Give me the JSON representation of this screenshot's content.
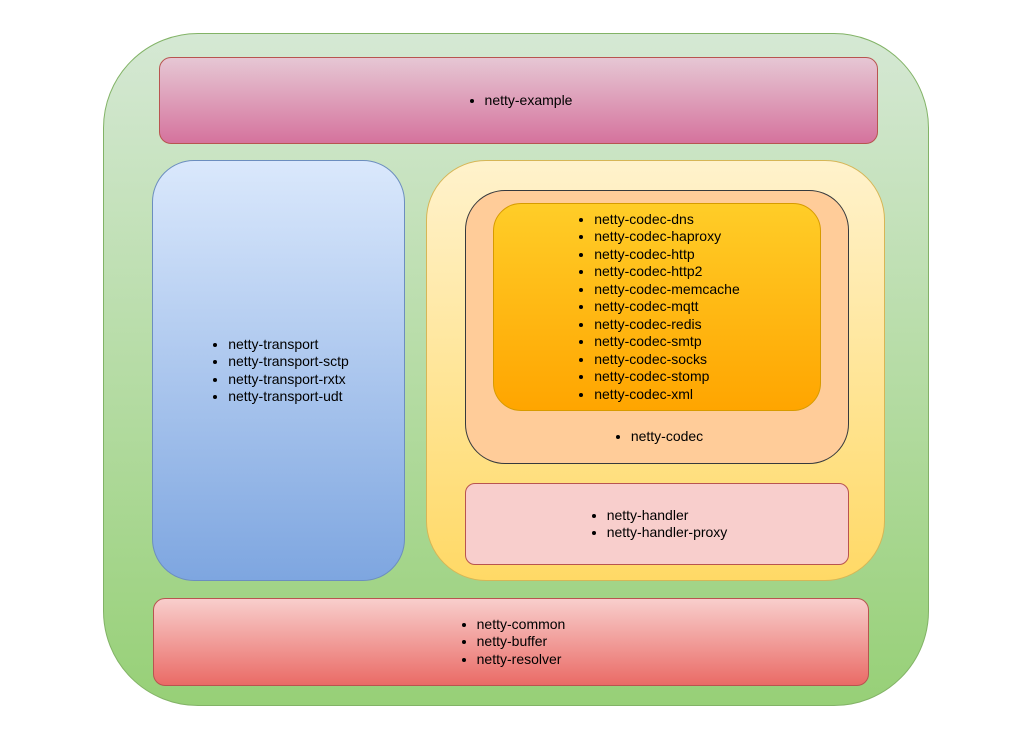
{
  "diagram": {
    "example": {
      "items": [
        "netty-example"
      ]
    },
    "transport": {
      "items": [
        "netty-transport",
        "netty-transport-sctp",
        "netty-transport-rxtx",
        "netty-transport-udt"
      ]
    },
    "codec_submodules": {
      "items": [
        "netty-codec-dns",
        "netty-codec-haproxy",
        "netty-codec-http",
        "netty-codec-http2",
        "netty-codec-memcache",
        "netty-codec-mqtt",
        "netty-codec-redis",
        "netty-codec-smtp",
        "netty-codec-socks",
        "netty-codec-stomp",
        "netty-codec-xml"
      ]
    },
    "codec": {
      "items": [
        "netty-codec"
      ]
    },
    "handler": {
      "items": [
        "netty-handler",
        "netty-handler-proxy"
      ]
    },
    "common": {
      "items": [
        "netty-common",
        "netty-buffer",
        "netty-resolver"
      ]
    }
  },
  "colors": {
    "outer_fill_top": "#d5e8d4",
    "outer_fill_bottom": "#97d077",
    "example_fill_top": "#e6c7d4",
    "example_fill_bottom": "#d5739d",
    "transport_fill_top": "#dae8fc",
    "transport_fill_bottom": "#7ea6e0",
    "codec_group_fill_top": "#fff2cc",
    "codec_group_fill_bottom": "#ffd966",
    "codec_fill": "#ffcc99",
    "codec_sub_fill_top": "#ffcd28",
    "codec_sub_fill_bottom": "#ffa500",
    "handler_fill": "#f8cecc",
    "common_fill_top": "#f8cecc",
    "common_fill_bottom": "#ea6b66"
  }
}
